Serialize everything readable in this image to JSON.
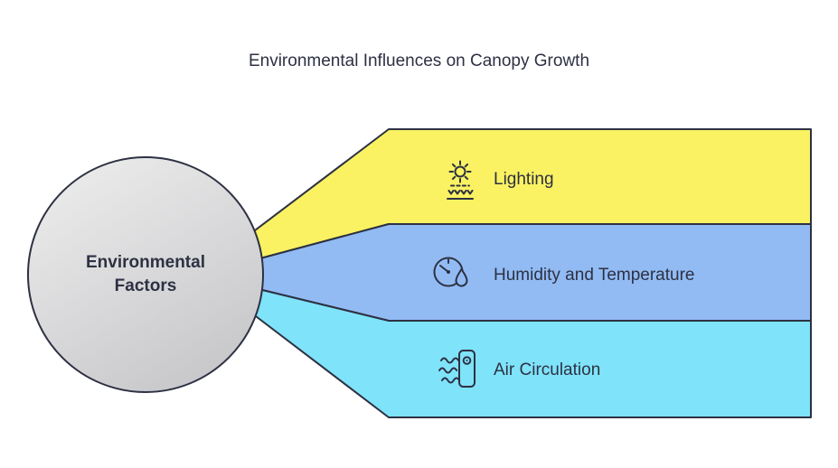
{
  "title": "Environmental Influences on Canopy Growth",
  "center": {
    "label": "Environmental Factors",
    "fill_top": "#efefef",
    "fill_bottom": "#c9c9cc"
  },
  "branches": [
    {
      "label": "Lighting",
      "fill": "#faf262",
      "icon": "grow-light-icon"
    },
    {
      "label": "Humidity and Temperature",
      "fill": "#92bbf4",
      "icon": "humidity-temperature-icon"
    },
    {
      "label": "Air Circulation",
      "fill": "#7fe3fa",
      "icon": "air-circulation-icon"
    }
  ],
  "colors": {
    "background": "#ffffff",
    "outline": "#2d3142",
    "text": "#2d3142"
  }
}
